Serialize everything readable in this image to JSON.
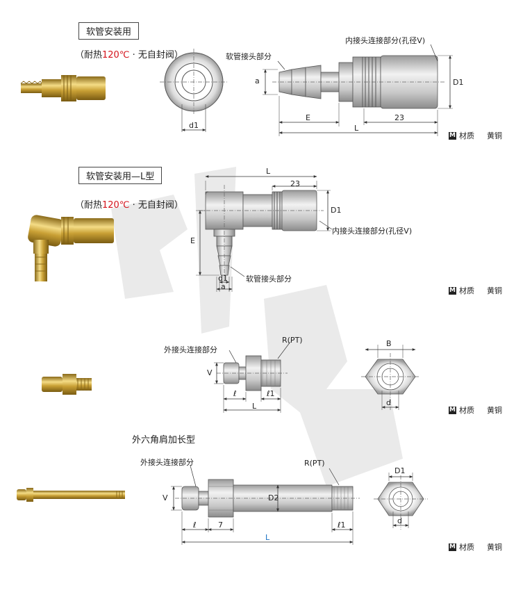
{
  "sections": [
    {
      "title": "软管安装用",
      "note_prefix": "（耐热",
      "note_temp": "120℃",
      "note_suffix": " · 无自封阀）",
      "labels": {
        "hose_part": "软管接头部分",
        "inner_part": "内接头连接部分(孔径V)",
        "a": "a",
        "d1": "d1",
        "E": "E",
        "L": "L",
        "len": "23",
        "D1": "D1"
      },
      "material_label": "材质",
      "material_value": "黄铜"
    },
    {
      "title": "软管安装用—L型",
      "note_prefix": "（耐热",
      "note_temp": "120℃",
      "note_suffix": " · 无自封阀）",
      "labels": {
        "L": "L",
        "len": "23",
        "D1": "D1",
        "inner_part": "内接头连接部分(孔径V)",
        "E": "E",
        "d1": "d1",
        "a": "a",
        "hose_part": "软管接头部分"
      },
      "material_label": "材质",
      "material_value": "黄铜"
    },
    {
      "title": "",
      "labels": {
        "outer_part": "外接头连接部分",
        "R": "R(PT)",
        "V": "V",
        "l": "ℓ",
        "l1": "ℓ1",
        "L": "L",
        "B": "B",
        "d": "d"
      },
      "material_label": "材质",
      "material_value": "黄铜"
    },
    {
      "title": "外六角肩加长型",
      "labels": {
        "outer_part": "外接头连接部分",
        "R": "R(PT)",
        "V": "V",
        "D2": "D2",
        "l": "ℓ",
        "seven": "7",
        "l1": "ℓ1",
        "L": "L",
        "D1": "D1",
        "d": "d"
      },
      "material_label": "材质",
      "material_value": "黄铜"
    }
  ],
  "material_icon": "M",
  "colors": {
    "brass": "#c9a035",
    "brass_light": "#f1d77a",
    "brass_dark": "#8a6a1a",
    "red": "#d4141c",
    "blue": "#1a72c4"
  }
}
